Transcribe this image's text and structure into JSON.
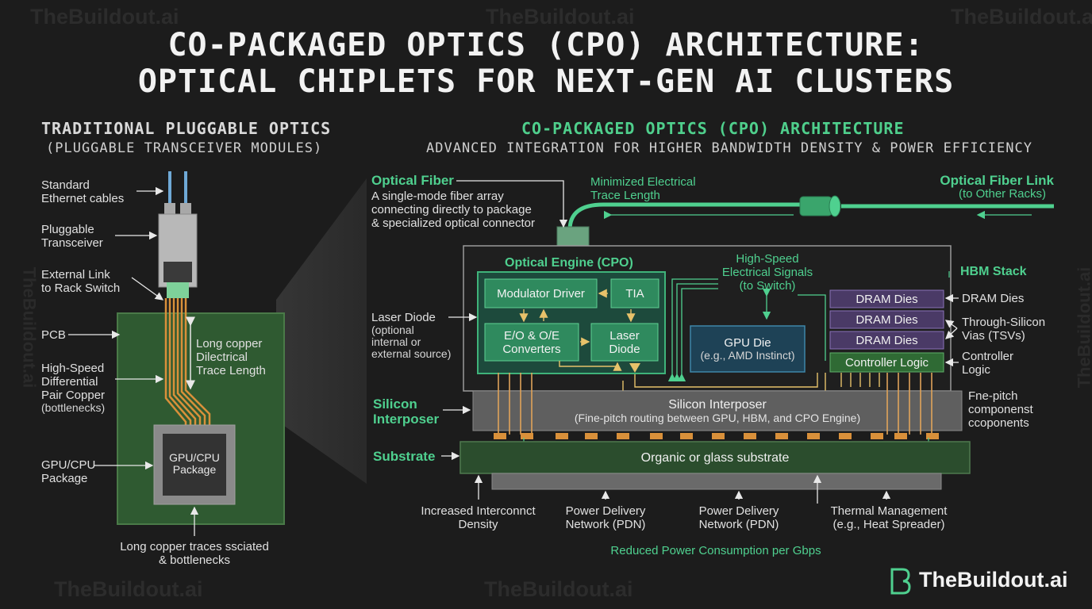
{
  "title": {
    "line1": "CO-PACKAGED OPTICS (CPO) ARCHITECTURE:",
    "line2": "OPTICAL CHIPLETS FOR NEXT-GEN AI CLUSTERS"
  },
  "watermark": "TheBuildout.ai",
  "brand": "TheBuildout.ai",
  "left": {
    "heading": "TRADITIONAL PLUGGABLE OPTICS",
    "subheading": "(PLUGGABLE TRANSCEIVER MODULES)",
    "labels": {
      "cables": [
        "Standard",
        "Ethernet cables"
      ],
      "transceiver": [
        "Pluggable",
        "Transceiver"
      ],
      "external_link": [
        "External Link",
        "to Rack Switch"
      ],
      "pcb": "PCB",
      "diff_pair": [
        "High-Speed",
        "Differential",
        "Pair Copper",
        "(bottlenecks)"
      ],
      "package_side": [
        "GPU/CPU",
        "Package"
      ],
      "trace_length": [
        "Long copper",
        "Dilectrical",
        "Trace Length"
      ],
      "package_box": [
        "GPU/CPU",
        "Package"
      ],
      "bottom_note": [
        "Long copper traces ssciated",
        "& bottlenecks"
      ]
    }
  },
  "right": {
    "heading": "CO-PACKAGED OPTICS (CPO) ARCHITECTURE",
    "subheading": "ADVANCED INTEGRATION FOR HIGHER BANDWIDTH DENSITY & POWER EFFICIENCY",
    "optical_fiber": {
      "title": "Optical Fiber",
      "desc": [
        "A single-mode fiber array",
        "connecting directly to package",
        "& specialized optical connector"
      ]
    },
    "min_trace": [
      "Minimized Electrical",
      "Trace Length"
    ],
    "fiber_link": {
      "title": "Optical Fiber Link",
      "sub": "(to Other Racks)"
    },
    "optical_engine": "Optical Engine (CPO)",
    "modulator_driver": "Modulator Driver",
    "tia": "TIA",
    "eo_oe": [
      "E/O & O/E",
      "Converters"
    ],
    "laser_box": [
      "Laser",
      "Diode"
    ],
    "laser_label": [
      "Laser Diode",
      "(optional",
      "internal or",
      "external source)"
    ],
    "hs_signals": [
      "High-Speed",
      "Electrical Signals",
      "(to Switch)"
    ],
    "gpu_die": [
      "GPU Die",
      "(e.g., AMD Instinct)"
    ],
    "hbm": {
      "title": "HBM Stack",
      "dies": [
        "DRAM Dies",
        "DRAM Dies",
        "DRAM Dies"
      ],
      "controller": "Controller Logic",
      "label_dies": "DRAM Dies",
      "label_tsv": [
        "Through-Silicon",
        "Vias (TSVs)"
      ],
      "label_ctrl": [
        "Controller",
        "Logic"
      ]
    },
    "interposer": {
      "title": "Silicon Interposer",
      "sub": "(Fine-pitch routing between GPU, HBM, and CPO Engine)"
    },
    "interposer_label": [
      "Silicon",
      "Interposer"
    ],
    "fine_pitch": [
      "Fne-pitch",
      "componenst",
      "ccoponents"
    ],
    "substrate": "Organic or glass substrate",
    "substrate_label": "Substrate",
    "bottom_labels": {
      "density": [
        "Increased Interconnct",
        "Density"
      ],
      "pdn1": [
        "Power Delivery",
        "Network (PDN)"
      ],
      "pdn2": [
        "Power Delivery",
        "Network (PDN)"
      ],
      "thermal": [
        "Thermal Management",
        "(e.g., Heat Spreader)"
      ]
    },
    "reduced_power": "Reduced Power Consumption per Gbps"
  },
  "colors": {
    "background": "#1c1c1c",
    "accent_green": "#4fd08f",
    "pcb_green": "#2f5a31",
    "copper": "#d9903a",
    "gpu_blue": "#1e4256",
    "hbm_purple": "#4a3a66"
  }
}
